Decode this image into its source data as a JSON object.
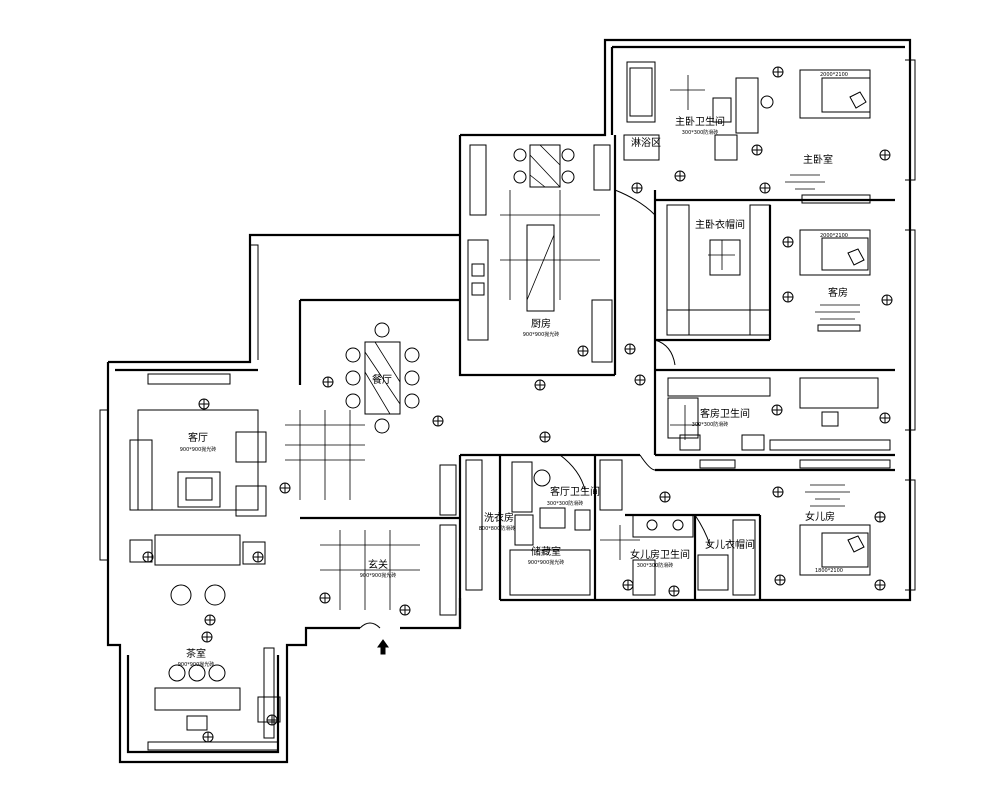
{
  "rooms": {
    "living": {
      "name": "客厅",
      "note": "900*900抛光砖"
    },
    "tea": {
      "name": "茶室",
      "note": "900*900抛光砖"
    },
    "dining": {
      "name": "餐厅"
    },
    "entry": {
      "name": "玄关",
      "note": "900*900抛光砖"
    },
    "kitchen": {
      "name": "厨房",
      "note": "900*900抛光砖"
    },
    "master_bath": {
      "name": "主卧卫生间",
      "note": "300*300防滑砖"
    },
    "shower": {
      "name": "淋浴区"
    },
    "master_bed": {
      "name": "主卧室"
    },
    "master_closet": {
      "name": "主卧衣帽间"
    },
    "guest": {
      "name": "客房"
    },
    "guest_bath": {
      "name": "客房卫生间",
      "note": "300*300防滑砖"
    },
    "living_bath": {
      "name": "客厅卫生间",
      "note": "300*300防滑砖"
    },
    "laundry": {
      "name": "洗衣房",
      "note": "800*800防滑砖"
    },
    "storage": {
      "name": "储藏室",
      "note": "900*900抛光砖"
    },
    "daughter_bath": {
      "name": "女儿房卫生间",
      "note": "300*300防滑砖"
    },
    "daughter_closet": {
      "name": "女儿衣帽间"
    },
    "daughter": {
      "name": "女儿房"
    }
  },
  "beds": {
    "master": "2000*2100",
    "guest": "2000*2100",
    "daughter": "1800*2100"
  },
  "palette": {
    "line": "#000000",
    "background": "#ffffff"
  },
  "icons": [
    "ceiling-light-icon",
    "entrance-arrow-icon"
  ]
}
